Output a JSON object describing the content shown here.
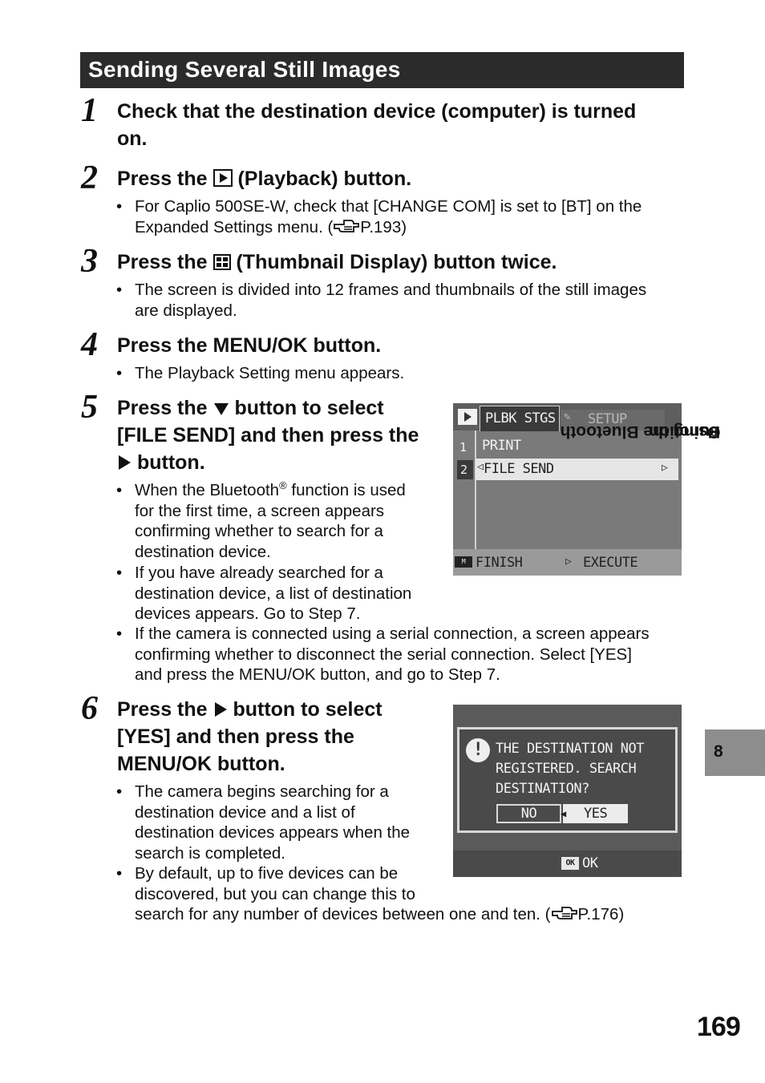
{
  "section_title": "Sending Several Still Images",
  "steps": [
    {
      "number": "1",
      "title_line1": "Check that the destination device (computer) is turned",
      "title_line2": "on."
    },
    {
      "number": "2",
      "title_pre": "Press the",
      "title_post": "(Playback) button.",
      "bullet_line1": "For Caplio 500SE-W, check that [CHANGE COM] is set to [BT] on the",
      "bullet_line2_pre": "Expanded Settings menu. (",
      "bullet_line2_ref": "P.193)"
    },
    {
      "number": "3",
      "title_pre": "Press the",
      "title_post": "(Thumbnail Display) button twice.",
      "bullet_line1": "The screen is divided into 12 frames and thumbnails of the still images",
      "bullet_line2": "are displayed."
    },
    {
      "number": "4",
      "title": "Press the MENU/OK button.",
      "bullet": "The Playback Setting menu appears."
    },
    {
      "number": "5",
      "title_line1_pre": "Press the",
      "title_line1_post": "button to select",
      "title_line2": "[FILE SEND] and then press the",
      "title_line3_post": "button.",
      "b1_line1_pre": "When the Bluetooth",
      "b1_sup": "®",
      "b1_line1_post": " function is used",
      "b1_line2": "for the first time, a screen appears",
      "b1_line3": "confirming whether to search for a",
      "b1_line4": "destination device.",
      "b2_line1": "If you have already searched for a",
      "b2_line2": "destination device, a list of destination",
      "b2_line3": "devices appears. Go to Step 7.",
      "b3_line1": "If the camera is connected using a serial connection, a screen appears",
      "b3_line2": "confirming whether to disconnect the serial connection. Select [YES]",
      "b3_line3": "and press the MENU/OK button, and go to Step 7."
    },
    {
      "number": "6",
      "title_line1_pre": "Press the",
      "title_line1_post": "button to select",
      "title_line2": "[YES] and then press the",
      "title_line3": "MENU/OK button.",
      "b1_line1": "The camera begins searching for a",
      "b1_line2": "destination device and a list of",
      "b1_line3": "destination devices appears when the",
      "b1_line4": "search is completed.",
      "b2_line1": "By default, up to five devices can be",
      "b2_line2": "discovered, but you can change this to",
      "b2_line3_pre": "search for any number of devices between one and ten. (",
      "b2_line3_ref": "P.176)"
    }
  ],
  "screen1": {
    "tab_active": "PLBK STGS",
    "tab_inactive": "SETUP",
    "items": [
      {
        "num": "1",
        "label": "PRINT"
      },
      {
        "num": "2",
        "label": "FILE SEND"
      }
    ],
    "footer_left": "FINISH",
    "footer_right": "EXECUTE"
  },
  "screen2": {
    "message_line1": "THE DESTINATION NOT",
    "message_line2": "REGISTERED. SEARCH",
    "message_line3": "DESTINATION?",
    "option_no": "NO",
    "option_yes": "YES",
    "footer_ok_icon": "OK",
    "footer_label": "OK"
  },
  "sidebar": {
    "chapter_title_pre": "Using the Bluetooth",
    "chapter_title_sup": "®",
    "chapter_title_post": " Function",
    "chapter_number": "8"
  },
  "page_number": "169",
  "icons": {
    "playback": "playback-button-icon",
    "thumbnail": "thumbnail-display-icon",
    "down": "down-triangle-icon",
    "right": "right-triangle-icon",
    "reference": "page-reference-hand-icon"
  }
}
